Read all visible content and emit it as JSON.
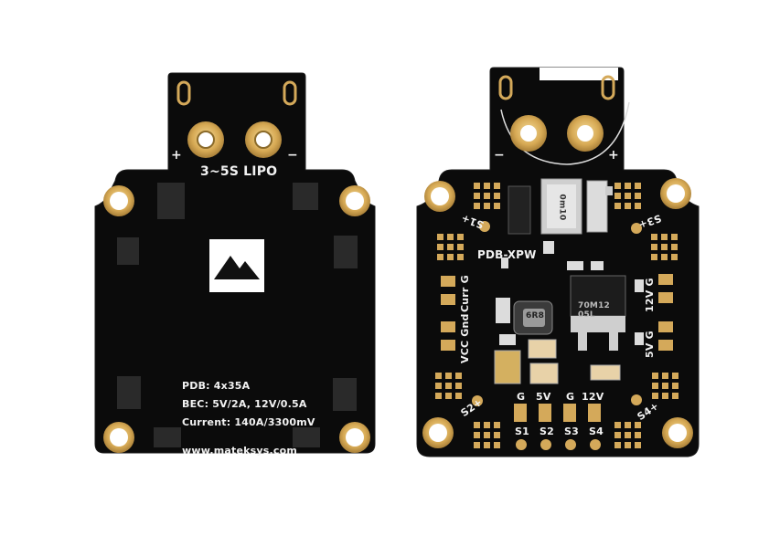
{
  "left_board": {
    "battery_label": "3~5S LIPO",
    "plus_sign": "+",
    "minus_sign": "−",
    "spec_line_1": "PDB: 4x35A",
    "spec_line_2": "BEC: 5V/2A, 12V/0.5A",
    "spec_line_3": "Current: 140A/3300mV",
    "website": "www.mateksys.com"
  },
  "right_board": {
    "model_label": "PDB-XPW",
    "plus_sign": "+",
    "minus_sign": "−",
    "left_pads_1": "Curr G",
    "left_pads_2": "VCC Gnd",
    "right_pads_1": "12V G",
    "right_pads_2": "5V G",
    "bottom_header": [
      "G",
      "5V",
      "G",
      "12V"
    ],
    "bottom_signals": [
      "S1",
      "S2",
      "S3",
      "S4"
    ],
    "corner_s1": "S1+",
    "corner_s2": "S2+",
    "corner_s3": "S3+",
    "corner_s4": "S4+",
    "chip_top": "0m10",
    "chip_bottom": "70M12 05L",
    "inductor": "6R8"
  },
  "colors": {
    "pcb": "#0b0b0b",
    "gold": "#d4a95a",
    "silk": "#f2f2f2"
  }
}
